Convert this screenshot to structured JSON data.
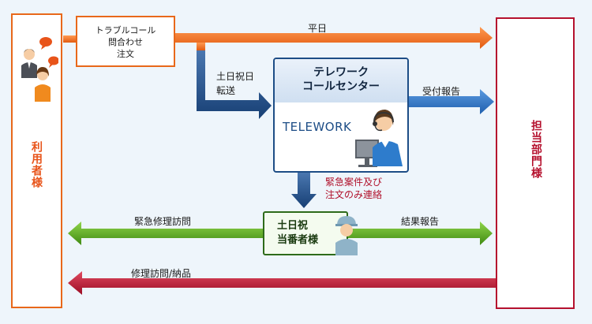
{
  "users": {
    "label": "利用者様"
  },
  "department": {
    "label": "担当部門様"
  },
  "trouble": {
    "lines": [
      "トラブルコール",
      "問合わせ",
      "注文"
    ]
  },
  "center": {
    "title_lines": [
      "テレワーク",
      "コールセンター"
    ],
    "logo": "TELEWORK"
  },
  "duty": {
    "title_lines": [
      "土日祝",
      "当番者様"
    ]
  },
  "flows": {
    "weekday": "平日",
    "holiday_transfer_lines": [
      "土日祝日",
      "転送"
    ],
    "reception_report": "受付報告",
    "urgent_order_lines": [
      "緊急案件及び",
      "注文のみ連絡"
    ],
    "emergency_repair": "緊急修理訪問",
    "result_report": "結果報告",
    "repair_delivery": "修理訪問/納品"
  },
  "colors": {
    "orange": "#e8681a",
    "navy": "#1d4d86",
    "blue": "#2a6fc0",
    "green": "#5aa51e",
    "crimson": "#b5112e",
    "background": "#eef5fb"
  }
}
